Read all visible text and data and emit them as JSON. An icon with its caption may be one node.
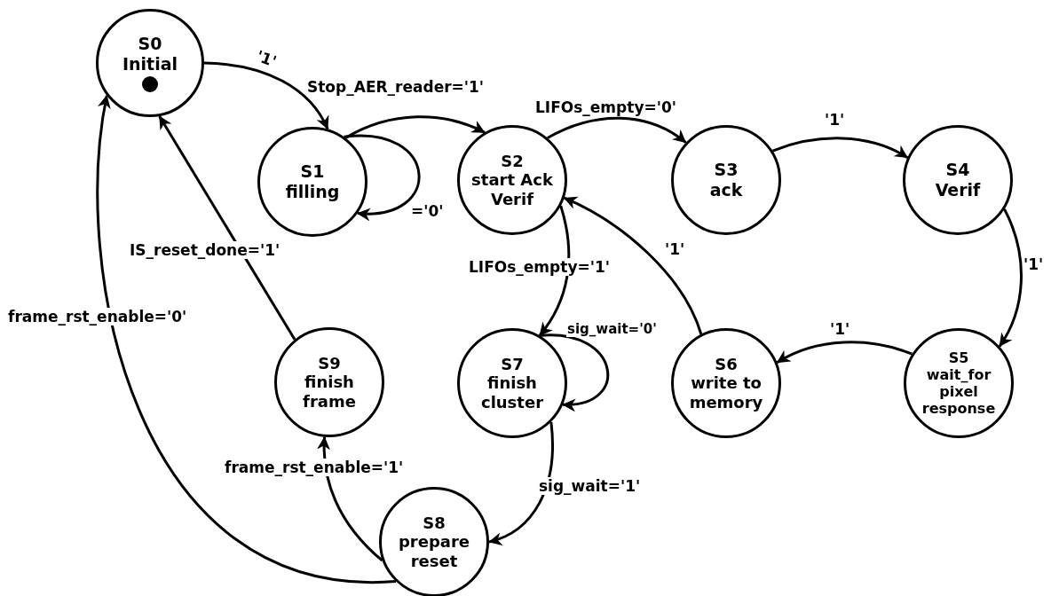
{
  "diagram": {
    "nodes": [
      {
        "text": [
          "S0",
          "Initial"
        ]
      },
      {
        "text": [
          "S1",
          "filling"
        ]
      },
      {
        "text": [
          "S2",
          "start Ack Verif"
        ]
      },
      {
        "text": [
          "S3",
          "ack"
        ]
      },
      {
        "text": [
          "S4",
          "Verif"
        ]
      },
      {
        "text": [
          "S5",
          "wait_for pixel response"
        ]
      },
      {
        "text": [
          "S6",
          "write to memory"
        ]
      },
      {
        "text": [
          "S7",
          "finish cluster"
        ]
      },
      {
        "text": [
          "S8",
          "prepare reset"
        ]
      },
      {
        "text": [
          "S9",
          "finish frame"
        ]
      }
    ],
    "edges": [
      {
        "from": 0,
        "to": 1,
        "arrow": "to",
        "label": "'1'"
      },
      {
        "from": 1,
        "to": 2,
        "arrow": "to",
        "label": "Stop_AER_reader='1'"
      },
      {
        "from": 1,
        "to": 1,
        "arrow": "to",
        "label": "='0'"
      },
      {
        "from": 2,
        "to": 3,
        "arrow": "to",
        "label": "LIFOs_empty='0'"
      },
      {
        "from": 3,
        "to": 4,
        "arrow": "to",
        "label": "'1'"
      },
      {
        "from": 4,
        "to": 5,
        "arrow": "to",
        "label": "'1'"
      },
      {
        "from": 5,
        "to": 6,
        "arrow": "to",
        "label": "'1'"
      },
      {
        "from": 6,
        "to": 2,
        "arrow": "to",
        "label": "'1'"
      },
      {
        "from": 2,
        "to": 7,
        "arrow": "to",
        "label": "LIFOs_empty='1'"
      },
      {
        "from": 7,
        "to": 7,
        "arrow": "to",
        "label": "sig_wait='0'"
      },
      {
        "from": 7,
        "to": 8,
        "arrow": "to",
        "label": "sig_wait='1'"
      },
      {
        "from": 8,
        "to": 9,
        "arrow": "to",
        "label": "frame_rst_enable='1'"
      },
      {
        "from": 9,
        "to": 0,
        "arrow": "to",
        "label": "IS_reset_done='1'"
      },
      {
        "from": 8,
        "to": 0,
        "arrow": "to",
        "label": "frame_rst_enable='0'"
      }
    ]
  }
}
